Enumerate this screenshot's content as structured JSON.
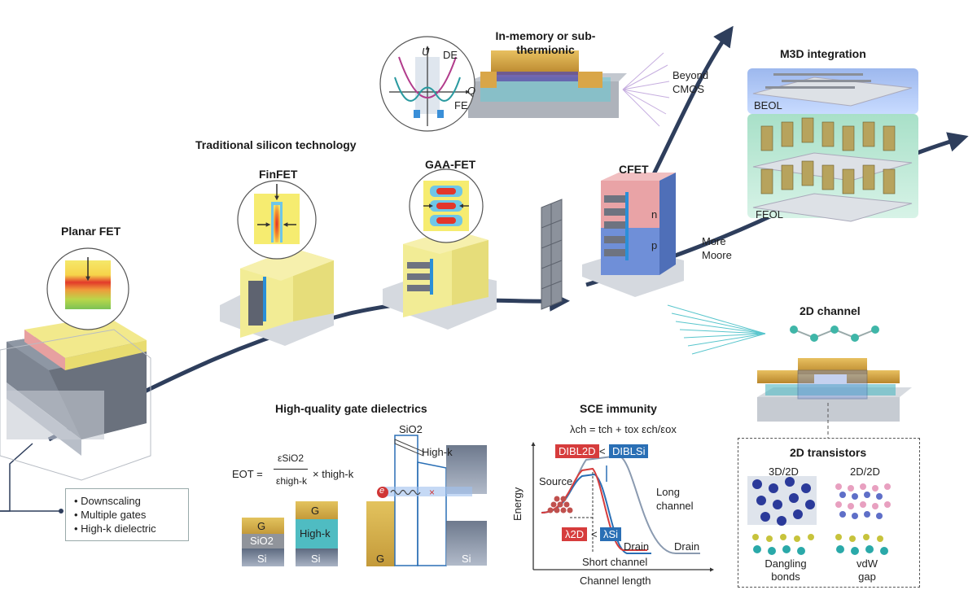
{
  "titles": {
    "planar": "Planar FET",
    "traditional": "Traditional silicon technology",
    "finfet": "FinFET",
    "gaafet": "GAA-FET",
    "cfet": "CFET",
    "inmemory": "In-memory or sub-thermionic",
    "m3d": "M3D integration",
    "channel2d": "2D channel",
    "dielectrics": "High-quality gate dielectrics",
    "sce": "SCE immunity",
    "transistors2d": "2D transistors"
  },
  "labels": {
    "beyond": "Beyond CMOS",
    "moore": "More Moore",
    "beol": "BEOL",
    "feol": "FEOL",
    "n": "n",
    "p": "p",
    "u": "U",
    "q": "Q",
    "de": "DE",
    "fe": "FE",
    "sio2_top": "SiO2",
    "highk_band": "High-k",
    "g_band": "G",
    "si_band": "Si",
    "e": "e",
    "stack1_g": "G",
    "stack1_sio2": "SiO2",
    "stack1_si": "Si",
    "stack2_g": "G",
    "stack2_highk": "High-k",
    "stack2_si": "Si",
    "eot": "EOT =",
    "eot_num": "εSiO2",
    "eot_den": "εhigh-k",
    "eot_tail": "× thigh-k",
    "lambda_eq": "λch = tch + tox εch/εox",
    "dibl2d": "DIBL2D",
    "dibl_lt": "<",
    "diblsi": "DIBLSi",
    "source": "Source",
    "long_channel": "Long channel",
    "drain1": "Drain",
    "drain2": "Drain",
    "short_channel": "Short channel",
    "lambda2d": "λ2D",
    "lambda_lt": "<",
    "lambdasi": "λSi",
    "energy": "Energy",
    "channel_length": "Channel length",
    "t3d2d": "3D/2D",
    "t2d2d": "2D/2D",
    "dangling": "Dangling bonds",
    "vdw": "vdW gap"
  },
  "bullets": [
    "Downscaling",
    "Multiple gates",
    "High-k dielectric"
  ],
  "colors": {
    "arrow": "#2e3e5c",
    "gate_yellow": "#f2e98c",
    "red": "#d63c3c",
    "blue": "#2a6fb5",
    "cyan": "#3fc2c9",
    "pink": "#e9a3a6",
    "nblue": "#6f8fd8"
  }
}
